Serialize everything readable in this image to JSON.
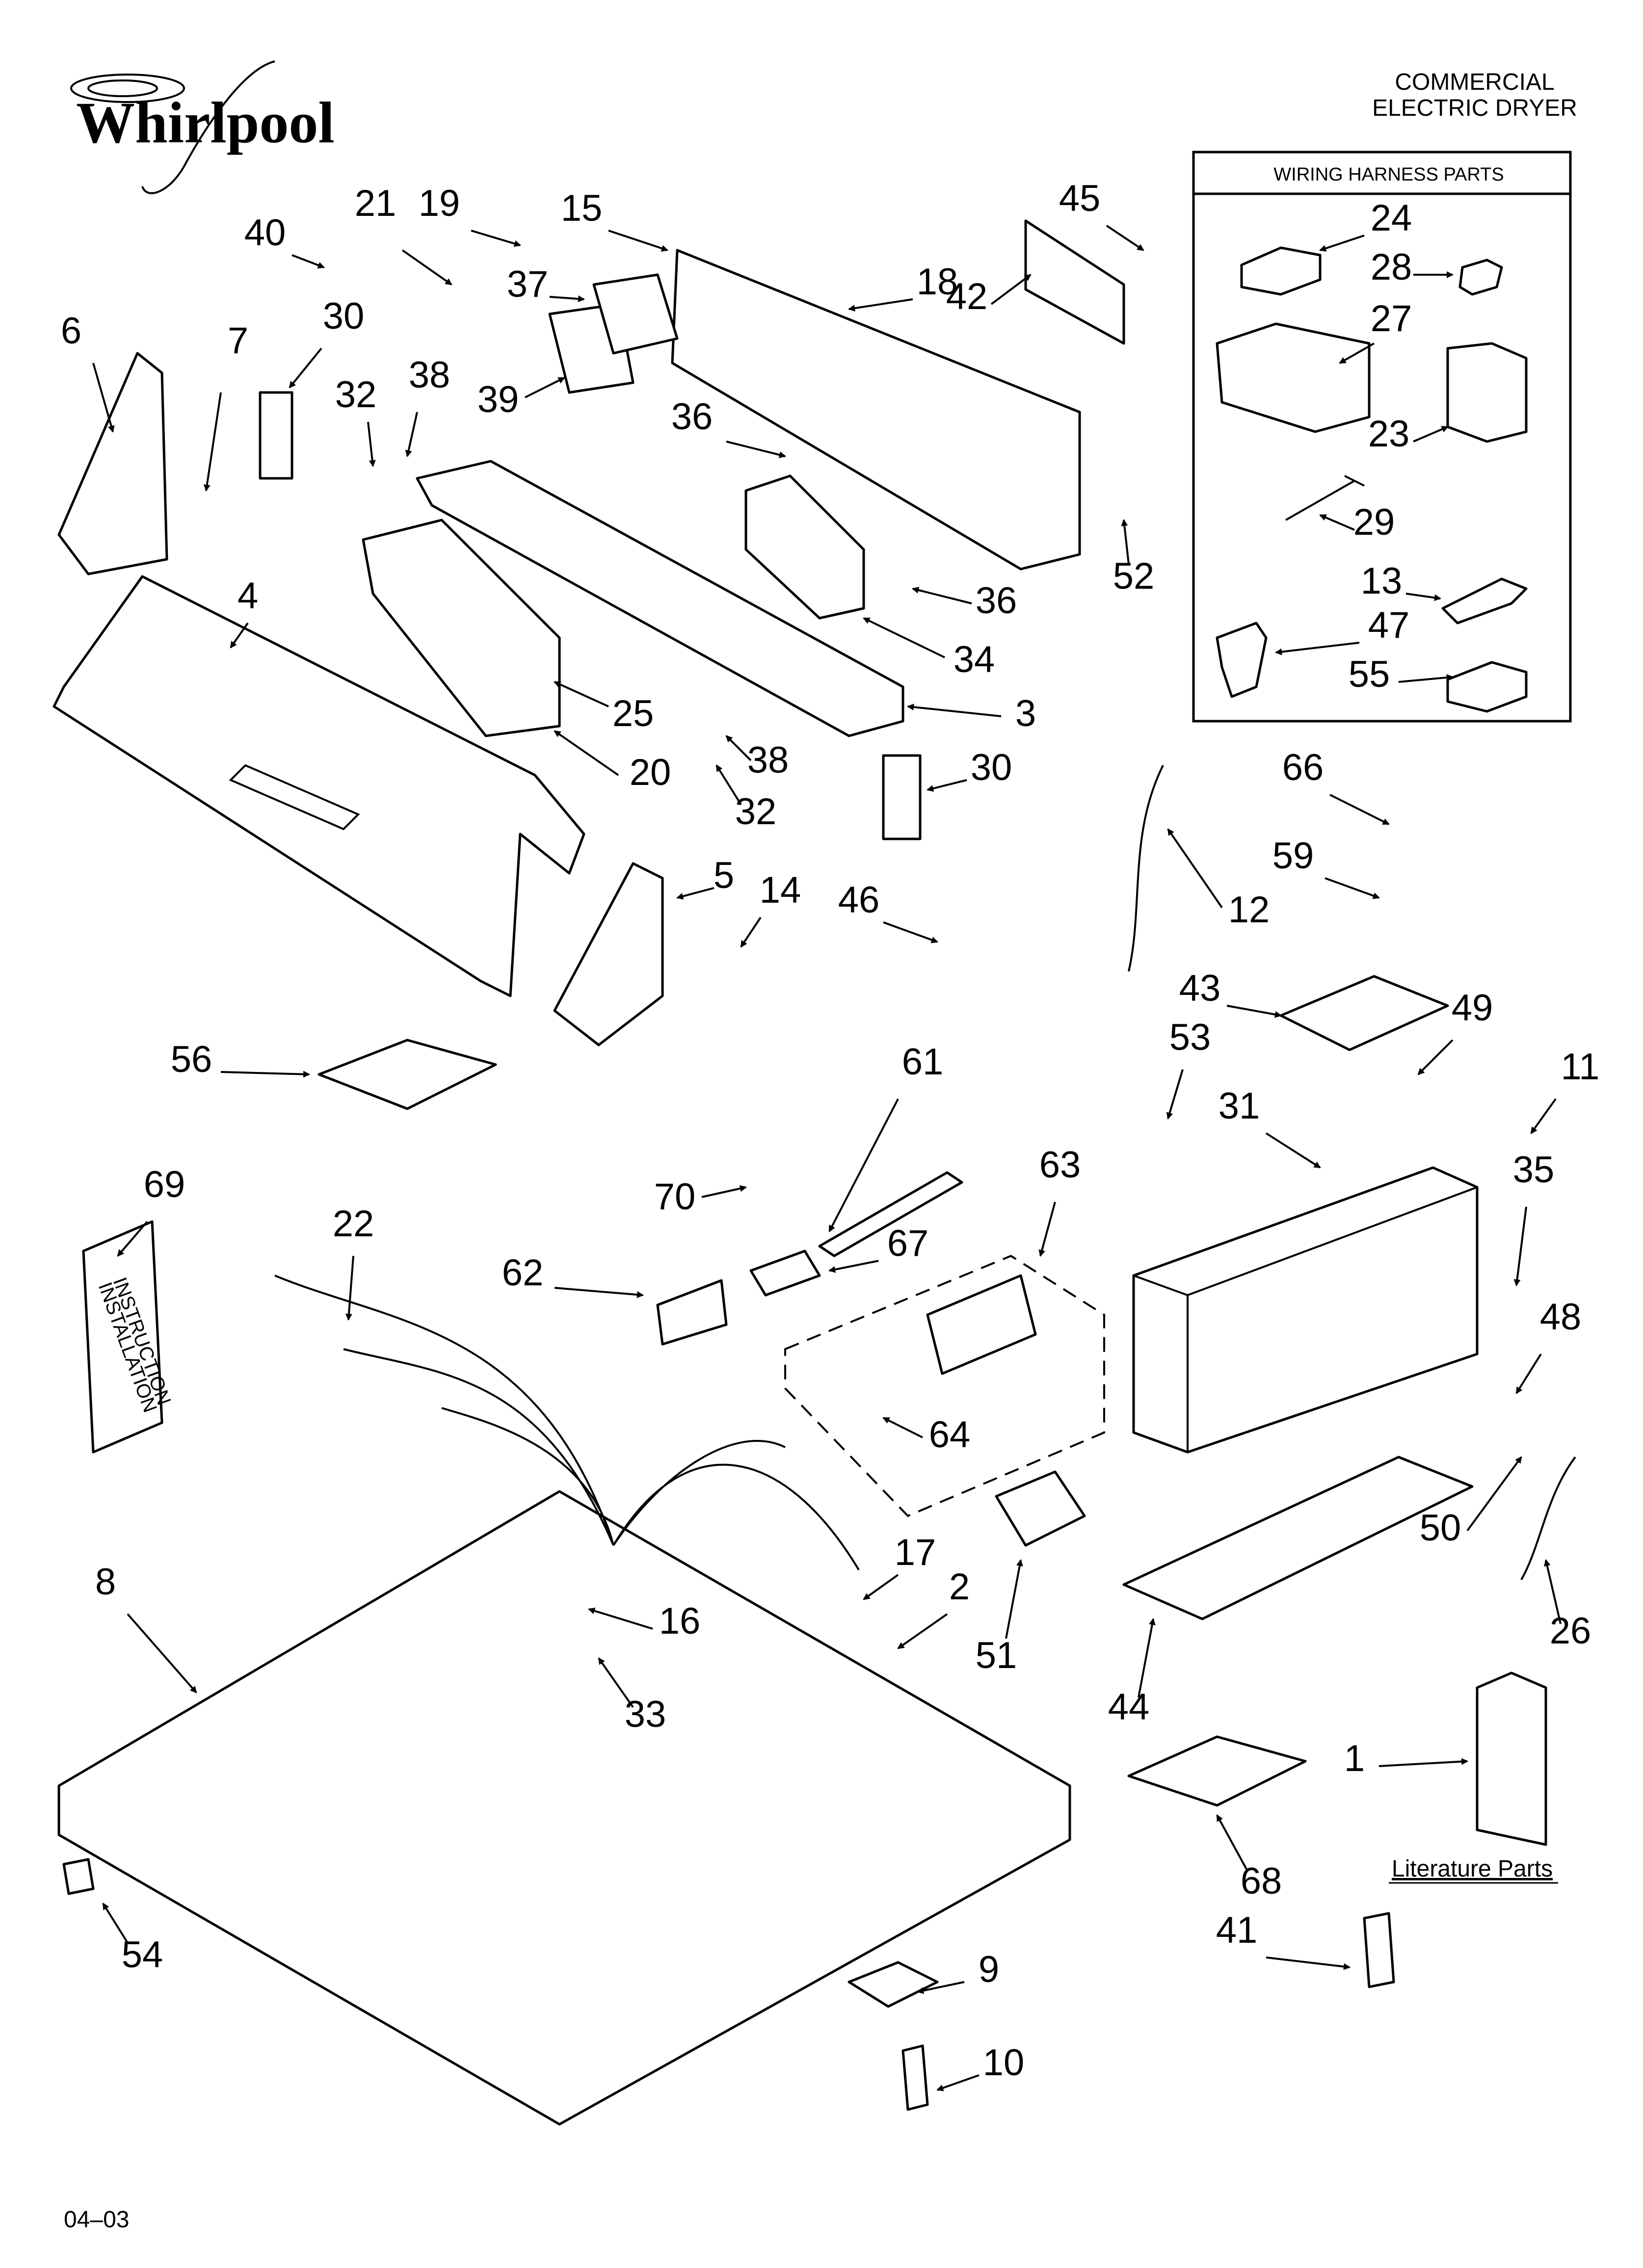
{
  "header": {
    "title_line1": "COMMERCIAL",
    "title_line2": "ELECTRIC DRYER"
  },
  "logo": {
    "text": "Whirlpool"
  },
  "wiring_box": {
    "title": "WIRING HARNESS PARTS"
  },
  "literature": {
    "label": "Literature Parts"
  },
  "footer": {
    "code": "04–03"
  },
  "callouts": [
    "1",
    "2",
    "3",
    "4",
    "5",
    "6",
    "7",
    "8",
    "9",
    "10",
    "11",
    "12",
    "13",
    "14",
    "15",
    "16",
    "17",
    "18",
    "19",
    "20",
    "21",
    "22",
    "23",
    "24",
    "25",
    "26",
    "27",
    "28",
    "29",
    "30",
    "30",
    "31",
    "32",
    "32",
    "33",
    "34",
    "35",
    "36",
    "36",
    "37",
    "38",
    "38",
    "39",
    "40",
    "41",
    "42",
    "43",
    "44",
    "45",
    "46",
    "47",
    "48",
    "49",
    "50",
    "51",
    "52",
    "53",
    "54",
    "55",
    "56",
    "59",
    "61",
    "62",
    "63",
    "64",
    "66",
    "67",
    "68",
    "69",
    "70"
  ],
  "booklet_text": {
    "line1": "INSTALLATION",
    "line2": "INSTRUCTION"
  }
}
